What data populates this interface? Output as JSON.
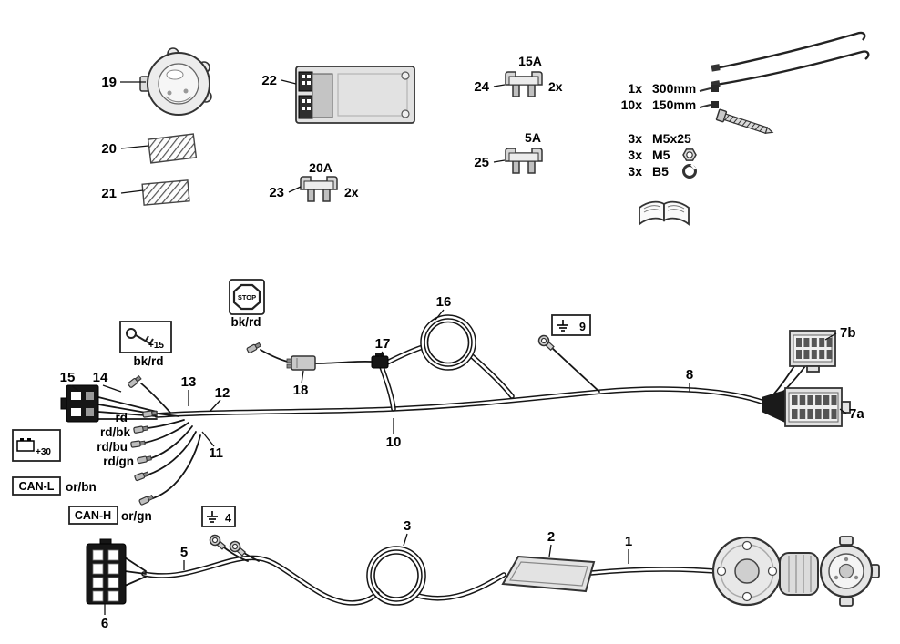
{
  "page": {
    "background": "#ffffff"
  },
  "parts_list": {
    "socket19": {
      "label": "19"
    },
    "patch20": {
      "label": "20"
    },
    "patch21": {
      "label": "21"
    },
    "module22": {
      "label": "22"
    },
    "fuse23": {
      "label": "23",
      "rating": "20A",
      "qty": "2x"
    },
    "fuse24": {
      "label": "24",
      "rating": "15A",
      "qty": "2x"
    },
    "fuse25": {
      "label": "25",
      "rating": "5A"
    },
    "tie_long": {
      "qty": "1x",
      "size": "300mm"
    },
    "tie_short": {
      "qty": "10x",
      "size": "150mm"
    },
    "screw_m5x25": {
      "qty": "3x",
      "size": "M5x25"
    },
    "nut_m5": {
      "qty": "3x",
      "size": "M5"
    },
    "washer_b5": {
      "qty": "3x",
      "size": "B5"
    }
  },
  "callouts": {
    "c1": "1",
    "c2": "2",
    "c3": "3",
    "c4": "4",
    "c5": "5",
    "c6": "6",
    "c7a": "7a",
    "c7b": "7b",
    "c8": "8",
    "c9": "9",
    "c10": "10",
    "c11": "11",
    "c12": "12",
    "c13": "13",
    "c14": "14",
    "c15": "15",
    "c16": "16",
    "c17": "17",
    "c18": "18"
  },
  "wire_labels": {
    "stop_wire": "bk/rd",
    "ign_wire": "bk/rd",
    "rd": "rd",
    "rd_bk": "rd/bk",
    "rd_bu": "rd/bu",
    "rd_gn": "rd/gn",
    "can_l_wire": "or/bn",
    "can_h_wire": "or/gn"
  },
  "signals": {
    "stop": "STOP",
    "can_l": "CAN-L",
    "can_h": "CAN-H",
    "plus_30": "+30",
    "plus_15": "+15"
  }
}
